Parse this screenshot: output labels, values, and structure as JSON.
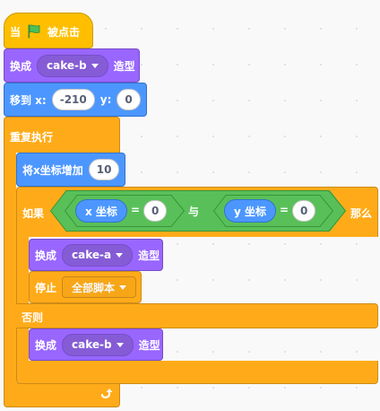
{
  "hat": {
    "prefix": "当",
    "flag_icon": "green-flag-icon",
    "suffix": "被点击"
  },
  "switch_costume_1": {
    "label": "换成",
    "costume": "cake-b",
    "suffix": "造型"
  },
  "goto": {
    "label": "移到 x:",
    "x": "-210",
    "y_label": "y:",
    "y": "0"
  },
  "forever": {
    "label": "重复执行",
    "loop_icon": "loop-arrow-icon"
  },
  "change_x": {
    "label": "将x坐标增加",
    "value": "10"
  },
  "if_else": {
    "if_label": "如果",
    "then_label": "那么",
    "else_label": "否则",
    "condition": {
      "left": {
        "reporter": "x 坐标",
        "op": "=",
        "value": "0"
      },
      "join": "与",
      "right": {
        "reporter": "y 坐标",
        "op": "=",
        "value": "0"
      }
    }
  },
  "switch_costume_2": {
    "label": "换成",
    "costume": "cake-a",
    "suffix": "造型"
  },
  "stop": {
    "label": "停止",
    "option": "全部脚本"
  },
  "switch_costume_3": {
    "label": "换成",
    "costume": "cake-b",
    "suffix": "造型"
  },
  "colors": {
    "events": "#ffbf00",
    "looks": "#9966ff",
    "motion": "#4c97ff",
    "control": "#ffab19",
    "operators": "#59c059"
  }
}
